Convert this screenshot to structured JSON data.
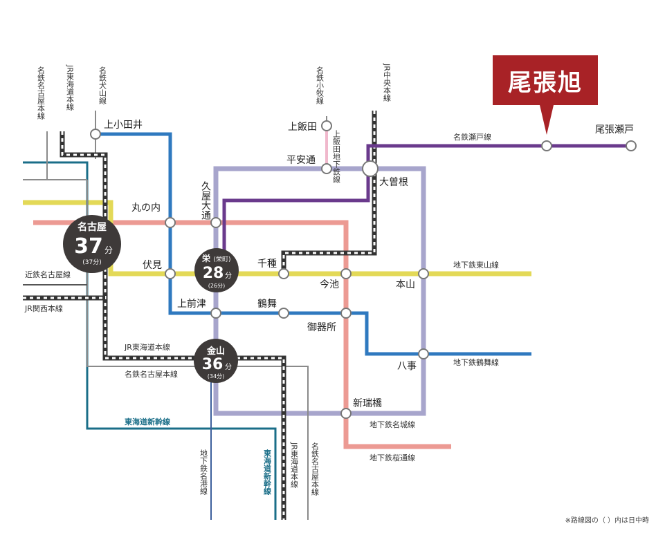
{
  "destination": "尾張旭",
  "note": "※路線図の（ ）内は日中時",
  "colors": {
    "meitetsu_seto": "#6a3a8c",
    "higashiyama": "#e3d957",
    "sakuradori": "#ec9a93",
    "meijo": "#a7a5cc",
    "tsurumai": "#2f79bf",
    "tokaido_shinkansen": "#1a6e88",
    "meiko": "#3c5f9c",
    "kamiiida": "#f0b8cc",
    "meitetsu_gray": "#8a8a8a",
    "jr_dark": "#333333",
    "dest_red": "#a82226"
  },
  "hubs": [
    {
      "name": "名古屋",
      "minutes": "37",
      "unit": "分",
      "daytime": "(37分)"
    },
    {
      "name": "栄",
      "sub": "(栄町)",
      "minutes": "28",
      "unit": "分",
      "daytime": "(26分)"
    },
    {
      "name": "金山",
      "minutes": "36",
      "unit": "分",
      "daytime": "(34分)"
    }
  ],
  "stations": {
    "kamiotai": "上小田井",
    "marunouchi": "丸の内",
    "hisaya": "久屋大通",
    "kamiiida": "上飯田",
    "heian": "平安通",
    "ozone": "大曽根",
    "owariseto": "尾張瀬戸",
    "fushimi": "伏見",
    "chikusa": "千種",
    "imaike": "今池",
    "motoyama": "本山",
    "kamimaezu": "上前津",
    "tsurumai": "鶴舞",
    "gokiso": "御器所",
    "yagoto": "八事",
    "aratamabashi": "新瑞橋"
  },
  "lines": {
    "meitetsu_nagoya_main_v": "名鉄名古屋本線",
    "jr_tokaido_v": "JR東海道本線",
    "meitetsu_inuyama": "名鉄犬山線",
    "meitetsu_komaki": "名鉄小牧線",
    "kamiiida_line": "上飯田地下鉄線",
    "jr_chuo": "JR中央本線",
    "meitetsu_seto": "名鉄瀬戸線",
    "kintetsu": "近鉄名古屋線",
    "jr_kansai": "JR関西本線",
    "higashiyama": "地下鉄東山線",
    "tsurumai": "地下鉄鶴舞線",
    "jr_tokaido_h": "JR東海道本線",
    "meitetsu_nagoya_main_h": "名鉄名古屋本線",
    "tokaido_shinkansen_h": "東海道新幹線",
    "meijo": "地下鉄名城線",
    "sakuradori": "地下鉄桜通線",
    "meiko": "地下鉄名港線",
    "tokaido_shinkansen_v": "東海道新幹線",
    "jr_tokaido_v2": "JR東海道本線",
    "meitetsu_nagoya_main_v2": "名鉄名古屋本線"
  }
}
